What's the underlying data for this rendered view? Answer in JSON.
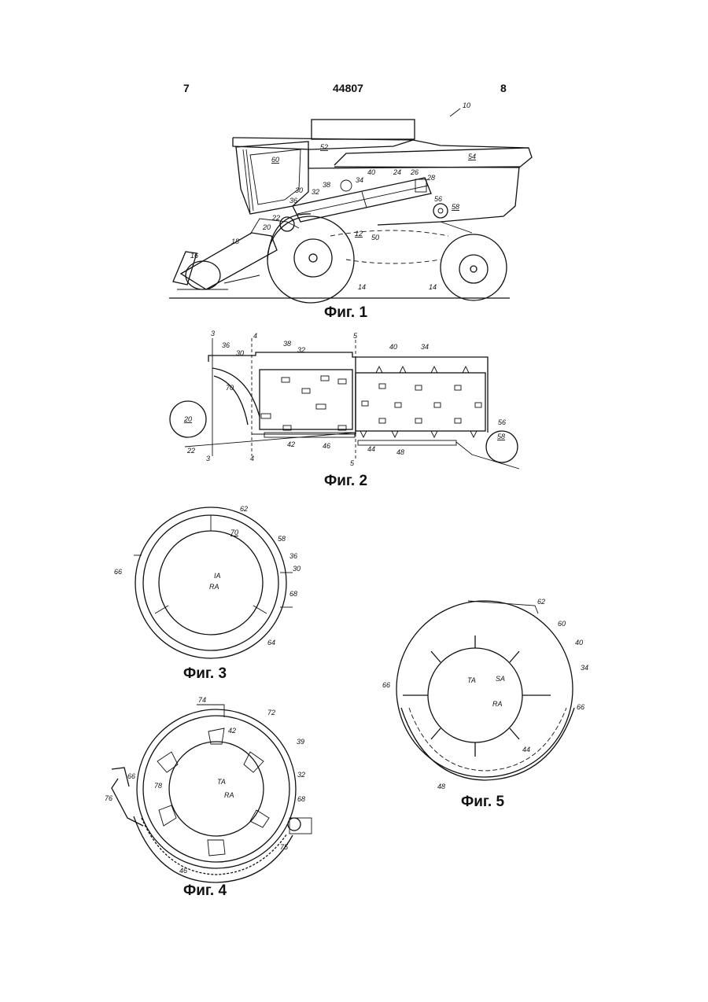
{
  "header": {
    "left_page": "7",
    "doc_number": "44807",
    "right_page": "8"
  },
  "figures": [
    {
      "caption": "Фиг. 1"
    },
    {
      "caption": "Фиг. 2"
    },
    {
      "caption": "Фиг. 3"
    },
    {
      "caption": "Фиг. 4"
    },
    {
      "caption": "Фиг. 5"
    }
  ],
  "ref_labels": {
    "fig1": [
      "10",
      "52",
      "54",
      "60",
      "40",
      "24",
      "26",
      "28",
      "34",
      "38",
      "30",
      "32",
      "36",
      "56",
      "58",
      "22",
      "20",
      "12",
      "50",
      "18",
      "16",
      "14",
      "14"
    ],
    "fig2": [
      "3",
      "36",
      "30",
      "38",
      "32",
      "4",
      "5",
      "40",
      "34",
      "70",
      "20",
      "56",
      "58",
      "22",
      "3",
      "42",
      "4",
      "46",
      "44",
      "48",
      "5"
    ],
    "fig3": [
      "62",
      "70",
      "58",
      "36",
      "30",
      "66",
      "IA",
      "RA",
      "68",
      "64"
    ],
    "fig4": [
      "74",
      "72",
      "42",
      "39",
      "32",
      "66",
      "78",
      "76",
      "TA",
      "RA",
      "68",
      "75",
      "46"
    ],
    "fig5": [
      "62",
      "60",
      "40",
      "34",
      "TA",
      "SA",
      "RA",
      "66",
      "66",
      "44",
      "48"
    ]
  }
}
